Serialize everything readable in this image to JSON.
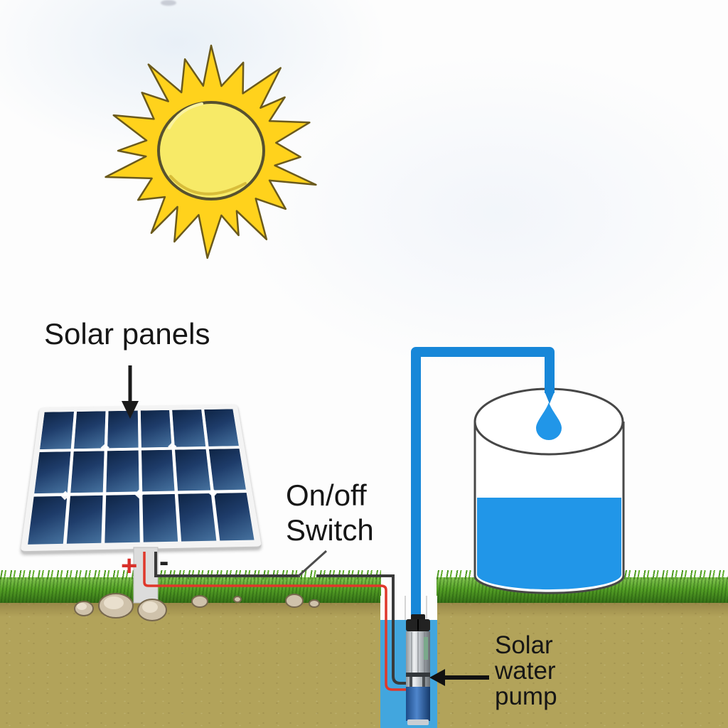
{
  "labels": {
    "solar_panels": "Solar panels",
    "switch": {
      "line1": "On/off",
      "line2": "Switch"
    },
    "pump": {
      "line1": "Solar",
      "line2": "water",
      "line3": "pump"
    },
    "polarity": {
      "plus": "+",
      "minus": "-"
    }
  },
  "colors": {
    "pipe_blue": "#1787d8",
    "tank_water": "#2196e8",
    "well_water": "#42a6de",
    "wire_red": "#e0382b",
    "wire_black": "#3a3a3a",
    "sun_yellow": "#ffd21c",
    "sun_disc": "#f7ea67",
    "grass_green": "#4e941f",
    "soil_tan": "#b2a35a",
    "panel_cell_blue": "#16345e"
  },
  "icons": {
    "sun": "sun-icon",
    "water_drop": "water-drop-icon",
    "down_arrow": "down-arrow-icon",
    "left_arrow": "left-arrow-icon",
    "switch_lever": "open-switch-lever"
  }
}
